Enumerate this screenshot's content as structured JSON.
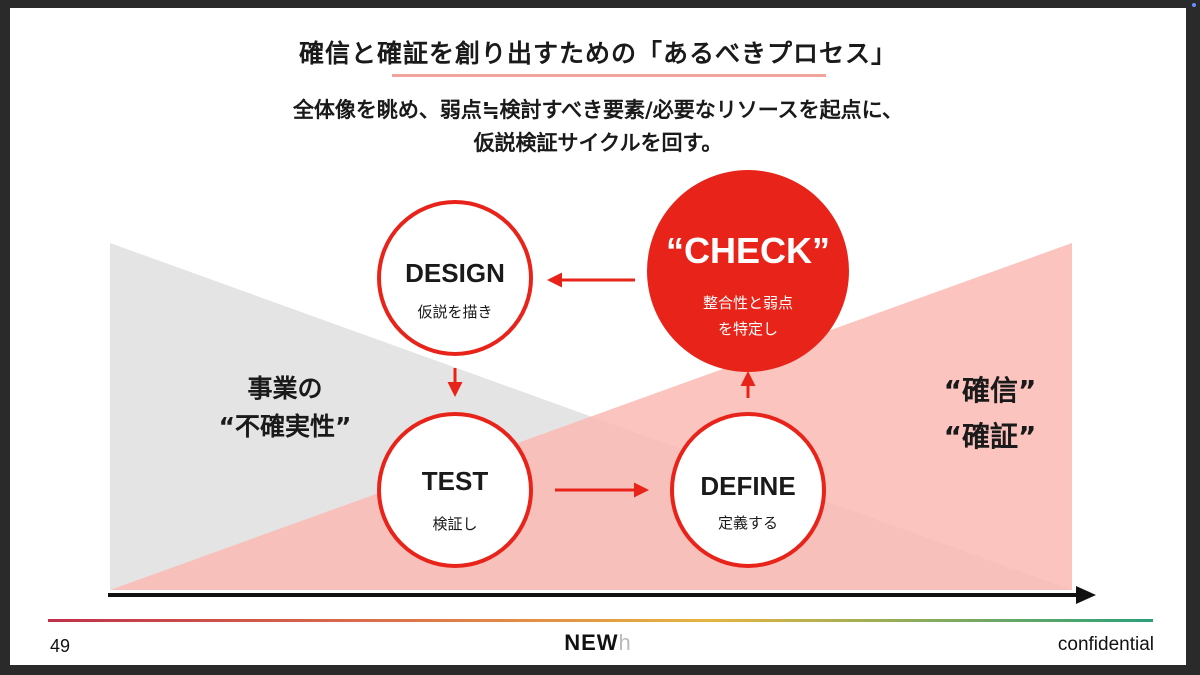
{
  "title": "確信と確証を創り出すための「あるべきプロセス」",
  "subtitle_line1": "全体像を眺め、弱点≒検討すべき要素/必要なリソースを起点に、",
  "subtitle_line2": "仮説検証サイクルを回す。",
  "left_label_line1": "事業の",
  "left_label_line2": "“不確実性”",
  "right_label_line1": "“確信”",
  "right_label_line2": "“確証”",
  "steps": [
    {
      "title": "DESIGN",
      "sub": "仮説を描き"
    },
    {
      "title": "TEST",
      "sub": "検証し"
    },
    {
      "title": "DEFINE",
      "sub": "定義する"
    },
    {
      "title": "“CHECK”",
      "sub_line1": "整合性と弱点",
      "sub_line2": "を特定し"
    }
  ],
  "footer": {
    "page": "49",
    "logo_main": "NEW",
    "logo_light": "h",
    "confidential": "confidential"
  },
  "colors": {
    "accent": "#e8241a",
    "uncertainty_fill": "#e4e4e4",
    "confidence_fill": "#fbbab4",
    "underline": "#f0a49c"
  }
}
